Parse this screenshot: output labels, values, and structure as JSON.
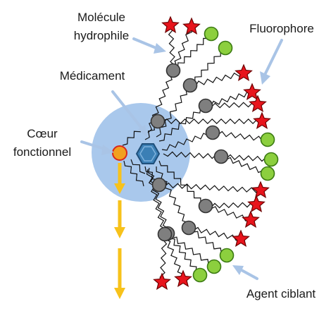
{
  "labels": {
    "hydrophilic": [
      "Molécule",
      "hydrophile"
    ],
    "drug": "Médicament",
    "core": [
      "Cœur",
      "fonctionnel"
    ],
    "fluorophore": "Fluorophore",
    "targeting": "Agent ciblant"
  },
  "colors": {
    "core_halo": "#a9c8ec",
    "core_dot": "#f2a020",
    "core_dot_edge": "#d9261c",
    "drug_hex": "#3b7fb5",
    "drug_hex_edge": "#1f4f7a",
    "gray_node": "#7f7f7f",
    "star": "#e8141c",
    "green_node": "#8ccf3e",
    "green_edge": "#3b7a12",
    "arrow_yellow": "#f7c21b",
    "pointer": "#a9c4e6"
  },
  "icons": {
    "star": "star-icon",
    "drug": "hexagon-icon"
  }
}
